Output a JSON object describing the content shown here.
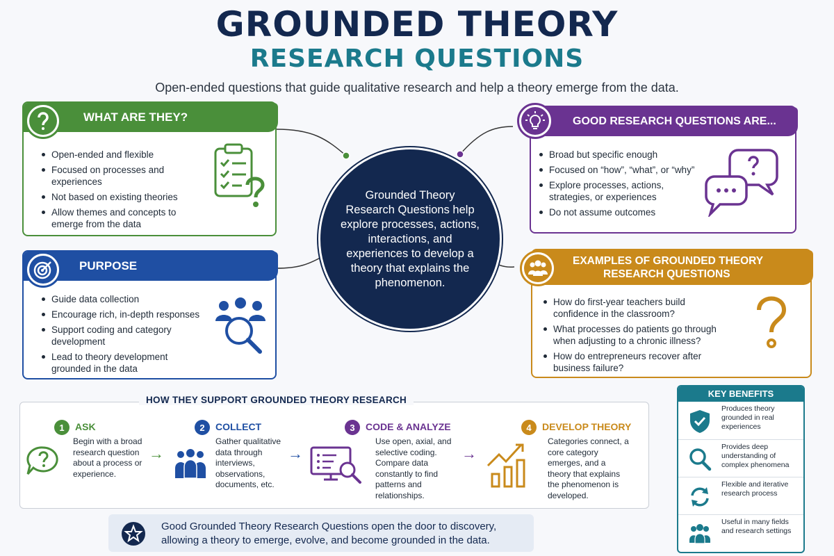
{
  "header": {
    "title_line1": "GROUNDED THEORY",
    "title_line2": "RESEARCH QUESTIONS",
    "subtitle": "Open-ended questions that guide qualitative research and help a theory emerge from the data."
  },
  "what_are_they": {
    "title": "WHAT ARE THEY?",
    "items": [
      "Open-ended and flexible",
      "Focused on processes and experiences",
      "Not based on existing theories",
      "Allow themes and concepts to emerge from the data"
    ]
  },
  "purpose": {
    "title": "PURPOSE",
    "items": [
      "Guide data collection",
      "Encourage rich, in-depth responses",
      "Support coding and category development",
      "Lead to theory development grounded in the data"
    ]
  },
  "center": {
    "text": "Grounded Theory Research Questions help explore processes, actions, interactions, and experiences to develop a theory that explains the phenomenon."
  },
  "good_questions": {
    "title": "GOOD RESEARCH QUESTIONS ARE...",
    "items": [
      "Broad but specific enough",
      "Focused on “how”, “what”, or “why”",
      "Explore processes, actions, strategies, or experiences",
      "Do not assume outcomes"
    ]
  },
  "examples": {
    "title_line1": "EXAMPLES OF GROUNDED THEORY",
    "title_line2": "RESEARCH QUESTIONS",
    "items": [
      "How do first-year teachers build confidence in the classroom?",
      "What processes do patients go through when adjusting to a chronic illness?",
      "How do entrepreneurs recover after business failure?"
    ]
  },
  "process": {
    "title": "HOW THEY SUPPORT GROUNDED THEORY RESEARCH",
    "steps": [
      {
        "num": "1",
        "title": "ASK",
        "desc": "Begin with a broad research question about a process or experience."
      },
      {
        "num": "2",
        "title": "COLLECT",
        "desc": "Gather qualitative data through interviews, observations, documents, etc."
      },
      {
        "num": "3",
        "title": "CODE & ANALYZE",
        "desc": "Use open, axial, and selective coding. Compare data constantly to find patterns and relationships."
      },
      {
        "num": "4",
        "title": "DEVELOP THEORY",
        "desc": "Categories connect, a core category emerges, and a theory that explains the phenomenon is developed."
      }
    ]
  },
  "footer": {
    "text": "Good Grounded Theory Research Questions open the door to discovery, allowing a theory to emerge, evolve, and become grounded in the data."
  },
  "benefits": {
    "title": "KEY BENEFITS",
    "items": [
      {
        "text": "Produces theory grounded in real experiences",
        "icon": "shield-check-icon"
      },
      {
        "text": "Provides deep understanding of complex phenomena",
        "icon": "magnifier-icon"
      },
      {
        "text": "Flexible and iterative research process",
        "icon": "cycle-arrows-icon"
      },
      {
        "text": "Useful in many fields and research settings",
        "icon": "people-group-icon"
      }
    ]
  },
  "colors": {
    "navy": "#13284f",
    "teal": "#1b7a8c",
    "green": "#4a8f3a",
    "blue": "#1f4fa3",
    "purple": "#6a3391",
    "gold": "#c98a1b"
  }
}
